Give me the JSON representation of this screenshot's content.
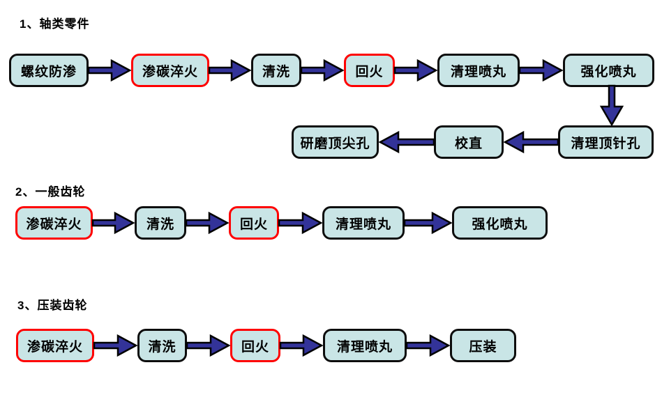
{
  "document": {
    "background": "#ffffff",
    "description": "Heat-treatment process flowcharts for three part types"
  },
  "palette": {
    "node_fill": "#c9e5e6",
    "node_border": "#0d0d0d",
    "highlight_border": "#fe0000",
    "arrow_fill": "#333399",
    "arrow_outline": "#000000",
    "text_color": "#000000"
  },
  "sections": [
    {
      "title": "1、轴类零件",
      "nodes": [
        {
          "label": "螺纹防渗",
          "highlighted": false
        },
        {
          "label": "渗碳淬火",
          "highlighted": true
        },
        {
          "label": "清洗",
          "highlighted": false
        },
        {
          "label": "回火",
          "highlighted": true
        },
        {
          "label": "清理喷丸",
          "highlighted": false
        },
        {
          "label": "强化喷丸",
          "highlighted": false
        },
        {
          "label": "清理顶针孔",
          "highlighted": false
        },
        {
          "label": "校直",
          "highlighted": false
        },
        {
          "label": "研磨顶尖孔",
          "highlighted": false
        }
      ],
      "flow_note": "steps 1-6 left to right on top row, arrow turns down after 强化喷丸, then continues right to left on second row"
    },
    {
      "title": "2、一般齿轮",
      "nodes": [
        {
          "label": "渗碳淬火",
          "highlighted": true
        },
        {
          "label": "清洗",
          "highlighted": false
        },
        {
          "label": "回火",
          "highlighted": true
        },
        {
          "label": "清理喷丸",
          "highlighted": false
        },
        {
          "label": "强化喷丸",
          "highlighted": false
        }
      ],
      "flow_note": "single row, left to right"
    },
    {
      "title": "3、压装齿轮",
      "nodes": [
        {
          "label": "渗碳淬火",
          "highlighted": true
        },
        {
          "label": "清洗",
          "highlighted": false
        },
        {
          "label": "回火",
          "highlighted": true
        },
        {
          "label": "清理喷丸",
          "highlighted": false
        },
        {
          "label": "压装",
          "highlighted": false
        }
      ],
      "flow_note": "single row, left to right"
    }
  ]
}
